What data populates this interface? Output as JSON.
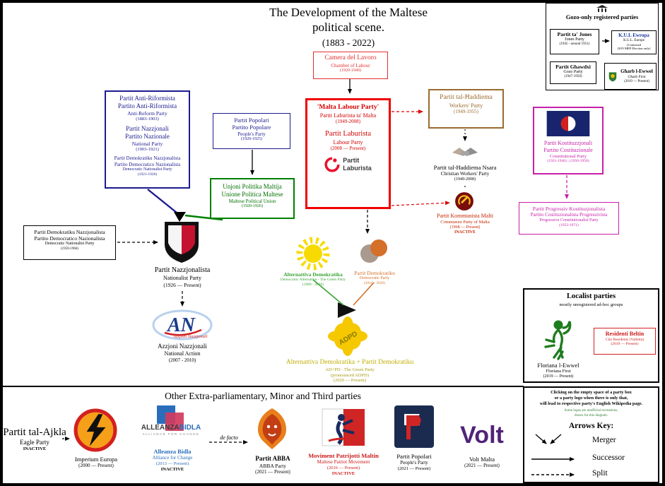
{
  "title": {
    "l1": "The Development of the Maltese",
    "l2": "political scene.",
    "l3": "(1883 - 2022)"
  },
  "colors": {
    "navy": "#1b1b8f",
    "labour_red": "#e00000",
    "union_green": "#008000",
    "workers_brown": "#9a6b2f",
    "constitutional_magenta": "#c71fa8",
    "ad_green": "#3aa335",
    "pd_orange": "#d4702a",
    "adpd_yellow": "#bfae00",
    "volt_purple": "#502379",
    "bidla_blue": "#2a6ebb"
  },
  "gozo": {
    "title": "Gozo-only registered parties",
    "jones_l1": "Partit ta' Jones",
    "jones_l2": "Jones Party",
    "jones_l3": "(1945 - around 1951)",
    "kul_l1": "K.U.L Ewropa",
    "kul_l2": "K.U.L. Europe",
    "kul_l3": "(Contested",
    "kul_l4": "2019 MEP Election only)",
    "ghawdxi_l1": "Partit Għawdxi",
    "ghawdxi_l2": "Gozo Party",
    "ghawdxi_l3": "(1947-1950)",
    "gharb_l1": "Għarb l-Ewwel",
    "gharb_l2": "Għarb First",
    "gharb_l3": "(2019 — Present)"
  },
  "camera": {
    "l1": "Camera del Lavoro",
    "l2": "Chamber of Labour",
    "l3": "(1920-1949)"
  },
  "anti": {
    "g1a": "Partit Anti-Riformista",
    "g1b": "Partito Anti-Riformista",
    "g1c": "Anti-Reform Party",
    "g1d": "(1883-1903)",
    "g2a": "Partit Nazzjonali",
    "g2b": "Partito Nazionale",
    "g2c": "National Party",
    "g2d": "(1903-1921)",
    "g3a": "Partit Demokratiku Nazzjonalista",
    "g3b": "Partito Democratico Nazionalista",
    "g3c": "Democratic Nationalist Party",
    "g3d": "(1921-1926)"
  },
  "popolari": {
    "l1": "Partit Popolari",
    "l2": "Partito Popolare",
    "l3": "People's Party",
    "l4": "(1920-1925)"
  },
  "mlp": {
    "l1": "'Malta Labour Party'",
    "l2": "Partit Laburista ta' Malta",
    "l3": "(1949-2008)",
    "l4": "Partit Laburista",
    "l5": "Labour Party",
    "l6": "(2008 — Present)",
    "logo_l1": "Partit",
    "logo_l2": "Laburista"
  },
  "haddiema": {
    "l1": "Partit tal-Ħaddiema",
    "l2": "Workers' Party",
    "l3": "(1949-1955)"
  },
  "nsara": {
    "l1": "Partit tal-Ħaddiema Nsara",
    "l2": "Christian Workers' Party",
    "l3": "(1949-2008)"
  },
  "kommunista": {
    "l1": "Partit Kommunista Malti",
    "l2": "Communist Party of Malta",
    "l3": "(1968 — Present)",
    "l4": "INACTIVE"
  },
  "kostituzzjonali": {
    "l1": "Partit Kostituzzjonali",
    "l2": "Partito Costituzionale",
    "l3": "Constitutional Party",
    "l4": "(1921-1946) ; (1950-1958)"
  },
  "progressiv": {
    "l1": "Partit Progressiv Kostituzjonalista",
    "l2": "Partito Costituzionalista Progressivista",
    "l3": "Progressive Constitutionalist Party",
    "l4": "(1953-1971)"
  },
  "unjoni": {
    "l1": "Unjoni Politika Maltija",
    "l2": "Unione Politica Maltese",
    "l3": "Maltese Political Union",
    "l4": "(1920-1926)"
  },
  "pdn1959": {
    "l1": "Partit Demokratiku Nazzjonalista",
    "l2": "Partito Democratico Nazionalista",
    "l3": "Democratic Nationalist Party",
    "l4": "(1959-1966)"
  },
  "pn": {
    "l1": "Partit Nazzjonalista",
    "l2": "Nationalist Party",
    "l3": "(1926 — Present)"
  },
  "an": {
    "logo": "AN",
    "logo_sub": "Azzjoni Nazzjonali",
    "l1": "Azzjoni Nazzjonali",
    "l2": "National Action",
    "l3": "(2007 - 2010)"
  },
  "ad": {
    "l1": "Alternattiva Demokratika",
    "l2": "Democratic Alternative - The Green Party",
    "l3": "(1989 - 2020)"
  },
  "pd": {
    "l1": "Partit Demokratiku",
    "l2": "Democratic Party",
    "l3": "(2016 - 2020)"
  },
  "adpd": {
    "l1": "Alternattiva Demokratika + Partit Demokratiku",
    "l2": "AD+PD - The Green Party",
    "l3": "(pronounced ADPD)",
    "l4": "(2020 — Present)",
    "logo_text": "ADPD"
  },
  "localist": {
    "title": "Localist parties",
    "subtitle": "mostly unregistered ad-hoc groups",
    "floriana_l1": "Floriana l-Ewwel",
    "floriana_l2": "Floriana First",
    "floriana_l3": "(2019 — Present)",
    "residenti_l1": "Residenti Beltin",
    "residenti_l2": "City Residents (Valletta)",
    "residenti_l3": "(2019 — Present)"
  },
  "bottom": {
    "title": "Other Extra-parliamentary, Minor and Third parties",
    "ajkla_l1": "Partit tal-Ajkla",
    "ajkla_l2": "Eagle Party",
    "ajkla_l3": "INACTIVE",
    "imperium_l1": "Imperium Europa",
    "imperium_l2": "(2000 — Present)",
    "bidla_logo_1": "ALLEANZA",
    "bidla_logo_2": "BIDLA",
    "bidla_logo_3": "ALLIANCE FOR CHANGE",
    "bidla_l1": "Alleanza Bidla",
    "bidla_l2": "Alliance for Change",
    "bidla_l3": "(2013 — Present)",
    "bidla_l4": "INACTIVE",
    "defacto": "de facto",
    "abba_l1": "Partit ABBA",
    "abba_l2": "ABBA Party",
    "abba_l3": "(2021 — Present)",
    "moviment_l1": "Moviment Patrijotti Maltin",
    "moviment_l2": "Maltese Patriot Movement",
    "moviment_l3": "(2016 — Present)",
    "moviment_l4": "INACTIVE",
    "popolari21_l1": "Partit Popolari",
    "popolari21_l2": "People's Party",
    "popolari21_l3": "(2021 — Present)",
    "volt_logo": "Volt",
    "volt_l1": "Volt Malta",
    "volt_l2": "(2021 — Present)"
  },
  "legend": {
    "note_l1": "Clicking on the empty space of a party box",
    "note_l2": "or a party logo when there is only that,",
    "note_l3": "will lead to respective party's English Wikipedia page.",
    "note_small_1": "Some logos are unofficial recreations,",
    "note_small_2": "drawn for this diagram.",
    "title": "Arrows Key:",
    "merger": "Merger",
    "successor": "Successor",
    "split": "Split"
  }
}
